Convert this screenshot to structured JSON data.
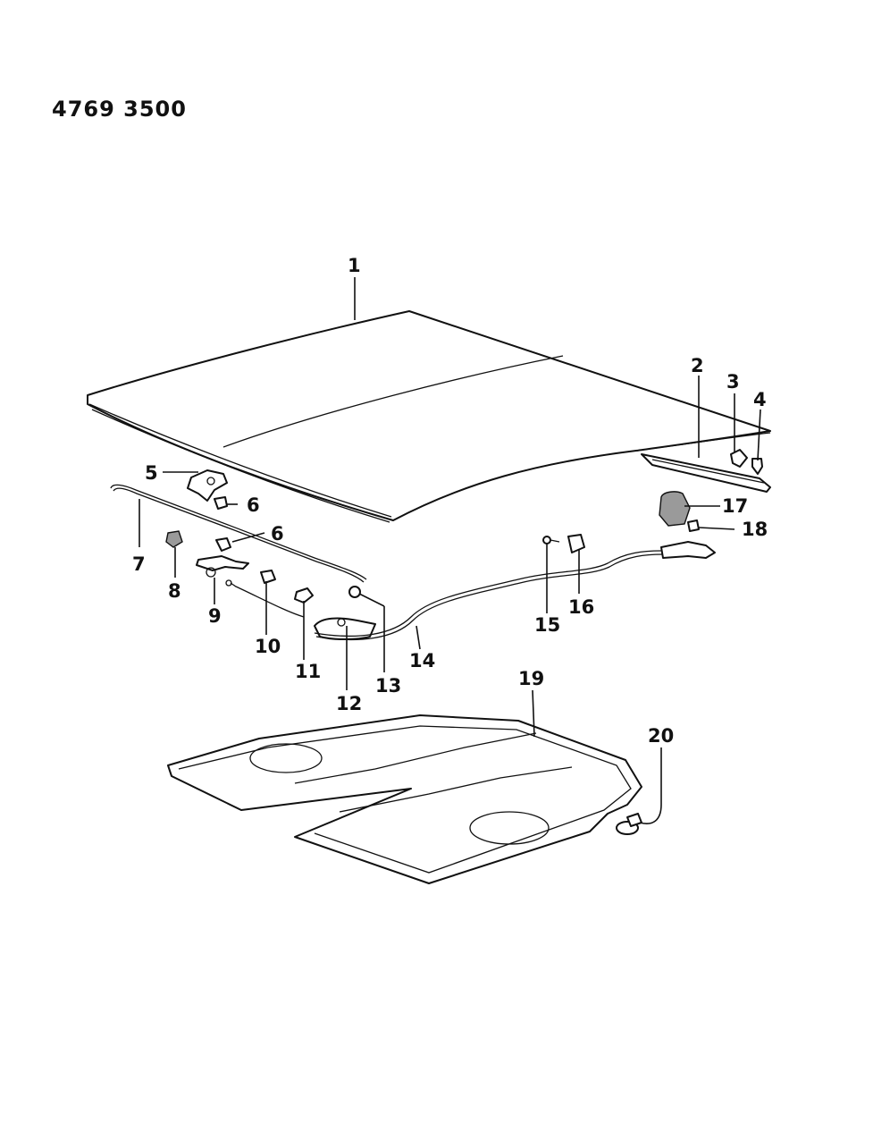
{
  "diagram_code": "4769 3500",
  "callouts": [
    "1",
    "2",
    "3",
    "4",
    "5",
    "6",
    "6",
    "7",
    "8",
    "9",
    "10",
    "11",
    "12",
    "13",
    "14",
    "15",
    "16",
    "17",
    "18",
    "19",
    "20"
  ]
}
